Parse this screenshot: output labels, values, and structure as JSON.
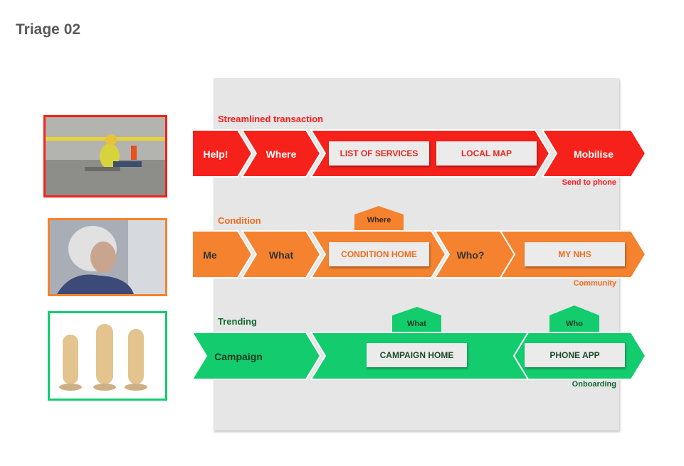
{
  "title": "Triage 02",
  "colors": {
    "red": "#f5211a",
    "orange": "#f5822e",
    "green": "#12cc6e",
    "red_text": "#ff1a1a",
    "orange_text": "#f26a1c",
    "green_text": "#136a2c",
    "panel": "#e6e6e6"
  },
  "rows": {
    "red": {
      "label": "Streamlined transaction",
      "chevrons": [
        "Help!",
        "Where",
        "Mobilise"
      ],
      "boxes": [
        "LIST OF SERVICES",
        "LOCAL MAP"
      ],
      "sub_label": "Send to phone"
    },
    "orange": {
      "label": "Condition",
      "chevrons": [
        "Me",
        "What",
        "Who?"
      ],
      "boxes": [
        "CONDITION HOME",
        "MY NHS"
      ],
      "tab": "Where",
      "sub_label": "Community"
    },
    "green": {
      "label": "Trending",
      "chevrons": [
        "Campaign"
      ],
      "boxes": [
        "CAMPAIGN HOME",
        "PHONE APP"
      ],
      "tabs": [
        "What",
        "Who"
      ],
      "sub_label": "Onboarding"
    }
  },
  "images": [
    "construction-worker-injured-photo",
    "elderly-woman-photo",
    "cartoon-characters-photo"
  ]
}
